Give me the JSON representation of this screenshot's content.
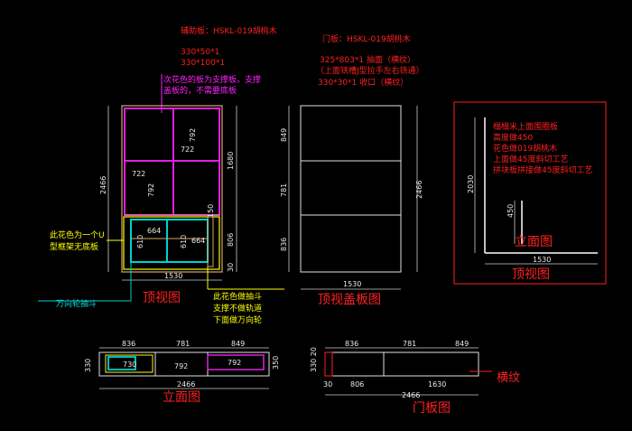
{
  "notes": {
    "aux_board": {
      "title": "辅助板：HSKL-019胡桃木",
      "line1": "330*50*1",
      "line2": "330*100*1"
    },
    "door_board": {
      "title": "门板：HSKL-019胡桃木",
      "line1": "325*803*1  抽面（横纹）",
      "line2": "（上面铣槽J型拉手左右铣通）",
      "line3": "330*30*1   收口（横纹）"
    },
    "support": {
      "line1": "次花色的板为支撑板，支撑",
      "line2": "盖板的，不需要底板"
    },
    "u_frame": {
      "line1": "此花色为一个U",
      "line2": "型框架无底板"
    },
    "caster_drawer": "万向轮抽斗",
    "drawer_note": {
      "line1": "此花色做抽斗",
      "line2": "支撑不做轨道",
      "line3": "下面做万向轮"
    },
    "cover_note": {
      "line1": "榻榻米上面围圈板",
      "line2": "高度做450",
      "line3": "花色做019胡桃木",
      "line4": "上面做45度斜切工艺",
      "line5": "拼块板拼接做45度斜切工艺"
    }
  },
  "titles": {
    "top_view": "顶视图",
    "top_cover_view": "顶视盖板图",
    "side_elevation": "立面图",
    "right_top_view": "顶视图",
    "elevation_main": "立面图",
    "door_view": "门板图"
  },
  "grain_label": "横纹",
  "dims": {
    "v2466": "2466",
    "v1680": "1680",
    "v806": "806",
    "v30": "30",
    "h1530": "1530",
    "h722": "722",
    "v792": "792",
    "h664": "664",
    "v610": "610",
    "v150": "150",
    "c849": "849",
    "c781": "781",
    "c836": "836",
    "c2466": "2466",
    "c1530": "1530",
    "r2030": "2030",
    "r450": "450",
    "r1530": "1530",
    "e836": "836",
    "e781": "781",
    "e849": "849",
    "e2466": "2466",
    "e330": "330",
    "e730": "730",
    "e792": "792",
    "e350": "350",
    "e330_20": "330 20",
    "d836": "836",
    "d781": "781",
    "d849": "849",
    "d30": "30",
    "d806": "806",
    "d1630": "1630",
    "d2466": "2466"
  }
}
